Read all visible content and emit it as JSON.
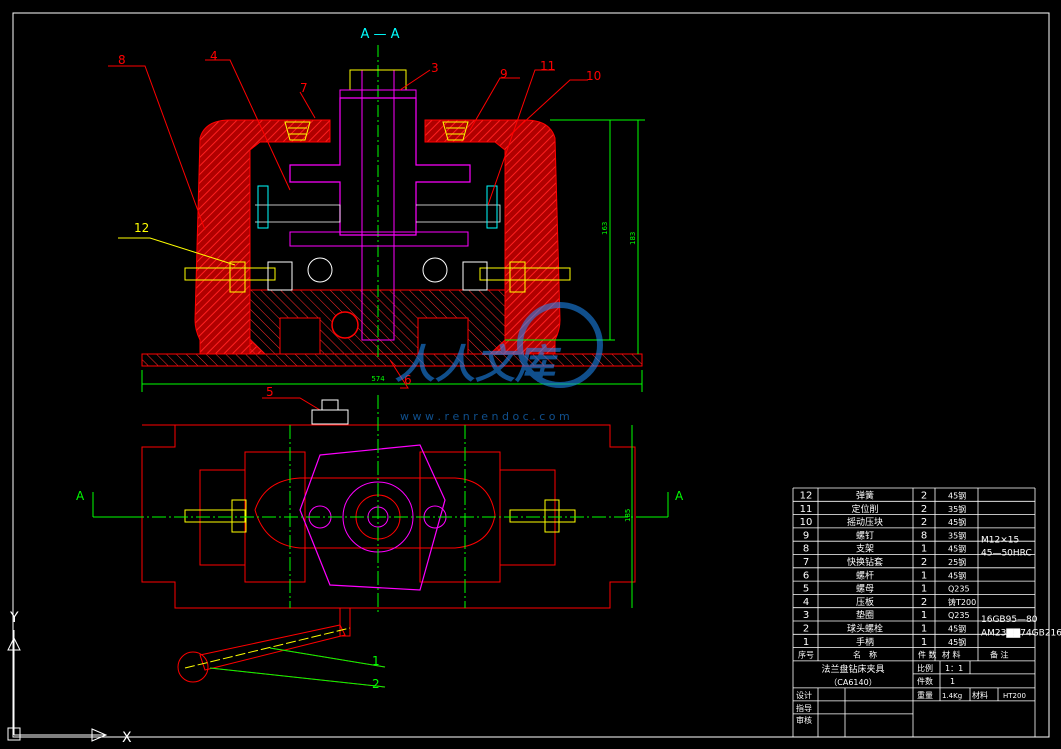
{
  "drawing": {
    "section_title": "A — A",
    "view_marker_left": "A",
    "view_marker_right": "A",
    "watermark_url": "w w w . r e n r e n d o c . c o m",
    "dim_width": "574",
    "dim_height_inner": "163",
    "dim_height_outer": "183",
    "dim_plan_height": "185",
    "part_callouts": [
      "8",
      "4",
      "7",
      "3",
      "9",
      "11",
      "10",
      "12",
      "6",
      "5",
      "1",
      "2"
    ]
  },
  "title_block": {
    "rows": [
      {
        "no": "12",
        "name": "弹簧",
        "qty": "2",
        "mat": "45钢",
        "note": ""
      },
      {
        "no": "11",
        "name": "定位削",
        "qty": "2",
        "mat": "35钢",
        "note": ""
      },
      {
        "no": "10",
        "name": "摇动压块",
        "qty": "2",
        "mat": "45钢",
        "note": ""
      },
      {
        "no": "9",
        "name": "螺钉",
        "qty": "8",
        "mat": "35钢",
        "note": "M12×15"
      },
      {
        "no": "8",
        "name": "支架",
        "qty": "1",
        "mat": "45钢",
        "note": "45—50HRC"
      },
      {
        "no": "7",
        "name": "快换钻套",
        "qty": "2",
        "mat": "25钢",
        "note": ""
      },
      {
        "no": "6",
        "name": "螺杆",
        "qty": "1",
        "mat": "45钢",
        "note": ""
      },
      {
        "no": "5",
        "name": "螺母",
        "qty": "1",
        "mat": "Q235",
        "note": ""
      },
      {
        "no": "4",
        "name": "压板",
        "qty": "2",
        "mat": "铸T200",
        "note": ""
      },
      {
        "no": "3",
        "name": "垫圈",
        "qty": "1",
        "mat": "Q235",
        "note": "16GB95—80"
      },
      {
        "no": "2",
        "name": "球头螺栓",
        "qty": "1",
        "mat": "45钢",
        "note": "AM23▇▇74GB2165"
      },
      {
        "no": "1",
        "name": "手柄",
        "qty": "1",
        "mat": "45钢",
        "note": ""
      }
    ],
    "header": {
      "no": "序号",
      "name": "名　称",
      "qty": "件 数",
      "mat": "材 料",
      "note": "备 注"
    },
    "title_line1": "法兰盘钻床夹具",
    "title_line2": "（CA6140）",
    "scale_label": "比例",
    "scale_value": "1：1",
    "count_label": "件数",
    "count_value": "1",
    "weight_label": "重量",
    "weight_value": "1.4Kg",
    "material_label": "材料",
    "material_value": "HT200",
    "design_label": "设计",
    "guide_label": "指导",
    "review_label": "审核"
  },
  "colors": {
    "background": "#000000",
    "frame": "#ffffff",
    "outline": "#ff0000",
    "hatch": "#ff0000",
    "centerline": "#00ff00",
    "parts_magenta": "#ff00ff",
    "bolts_yellow": "#ffff00",
    "callout": "#ff0000",
    "watermark": "#1e90ff"
  },
  "ucs_icon": {
    "y_label": "Y",
    "x_label": "X"
  }
}
